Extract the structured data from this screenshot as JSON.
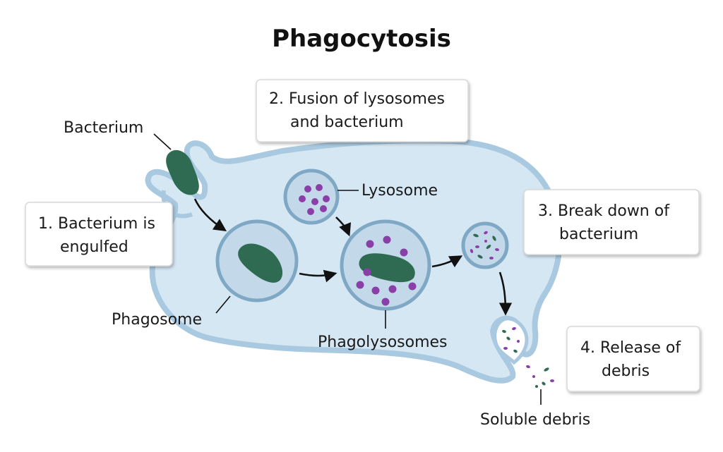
{
  "title": "Phagocytosis",
  "steps": [
    {
      "lines": [
        "1. Bacterium is",
        "engulfed"
      ]
    },
    {
      "lines": [
        "2. Fusion of lysosomes",
        "and bacterium"
      ]
    },
    {
      "lines": [
        "3. Break down of",
        "bacterium"
      ]
    },
    {
      "lines": [
        "4. Release of",
        "debris"
      ]
    }
  ],
  "labels": {
    "bacterium": "Bacterium",
    "lysosome": "Lysosome",
    "phagosome": "Phagosome",
    "phagolysosomes": "Phagolysosomes",
    "soluble_debris": "Soluble debris"
  },
  "colors": {
    "cell_fill": "#d6e7f4",
    "cell_stroke": "#a9c9e0",
    "vesicle_fill": "#c3d9ea",
    "vesicle_stroke": "#7fa8c4",
    "bacterium": "#2f6b52",
    "enzyme": "#8a3fa8",
    "arrow": "#111111",
    "box_stroke": "#d9d9d9"
  }
}
